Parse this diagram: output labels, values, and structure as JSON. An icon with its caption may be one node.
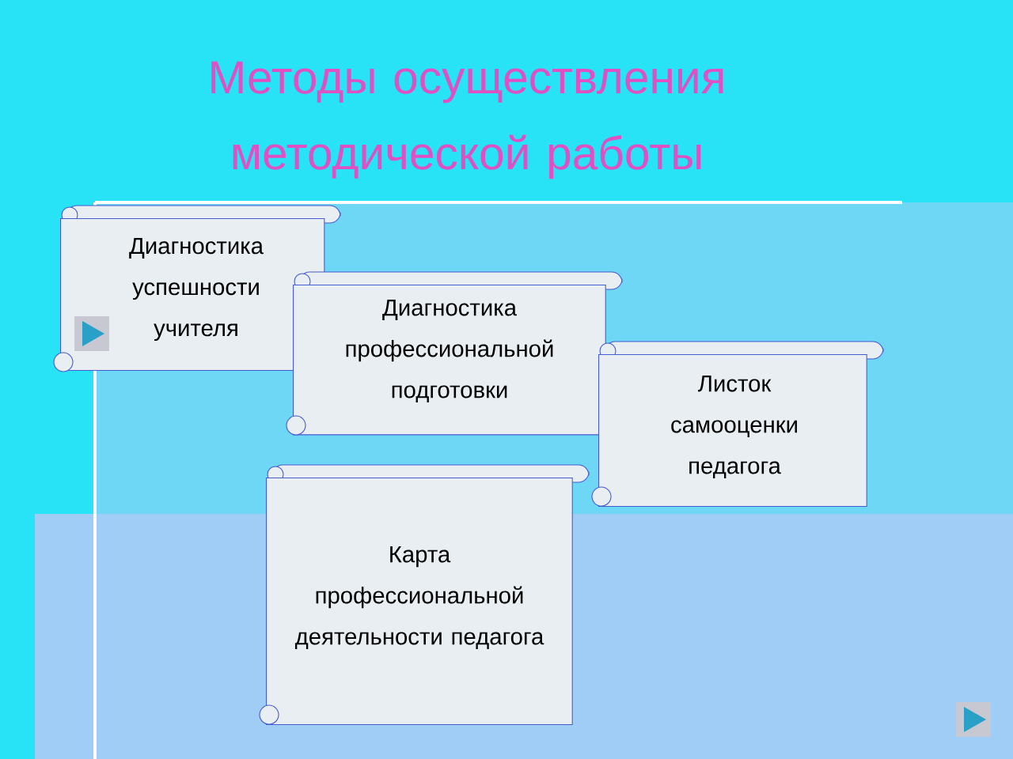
{
  "diagram": {
    "title": "Методы осуществления методической работы",
    "nodes": [
      {
        "text": [
          "Диагностика успешности учителя"
        ]
      },
      {
        "text": [
          "Диагностика профессиональной подготовки"
        ]
      },
      {
        "text": [
          "Листок самооценки педагога"
        ]
      },
      {
        "text": [
          "Карта профессиональной деятельности педагога"
        ]
      }
    ]
  }
}
